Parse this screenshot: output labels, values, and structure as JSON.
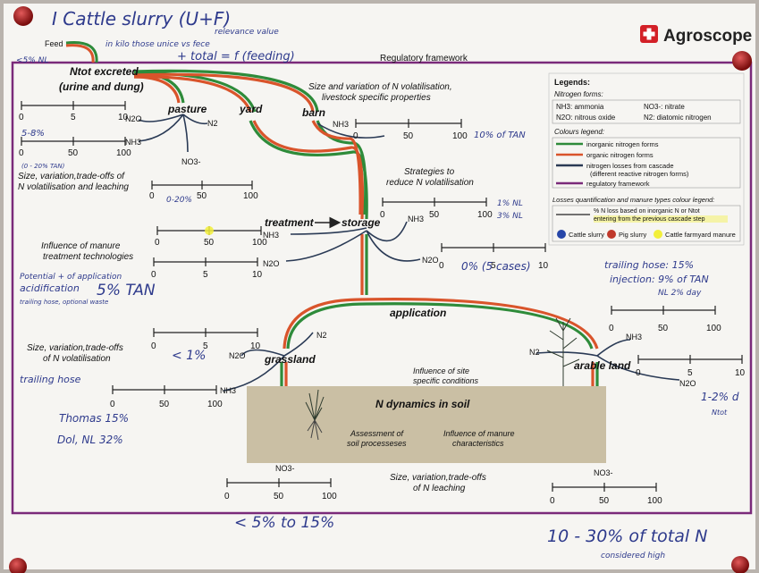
{
  "title": {
    "brand": "Agroscope",
    "header": "Regulatory framework"
  },
  "nodes": {
    "n_not_excreted": "Ntot excreted",
    "urine_dung": "(urine and dung)",
    "pasture": "pasture",
    "yard": "yard",
    "barn": "barn",
    "treatment": "treatment",
    "storage": "storage",
    "application": "application",
    "grassland": "grassland",
    "arable_land": "arable land",
    "n_dynamics": "N dynamics in soil"
  },
  "captions": {
    "feed": "Feed",
    "size_variation_volatilisation": "Size and variation of N volatilisation,",
    "livestock_specific": "livestock specific properties",
    "strategies_1": "Strategies to",
    "strategies_2": "reduce N volatilisation",
    "tradeoffs_1": "Size, variation,trade-offs of",
    "tradeoffs_2": "N volatilisation and leaching",
    "influence_treatment_1": "Influence of manure",
    "influence_treatment_2": "treatment technologies",
    "tradeoffs_vol_1": "Size, variation,trade-offs",
    "tradeoffs_vol_2": "of N volatilisation",
    "site_conditions_1": "Influence of site",
    "site_conditions_2": "specific conditions",
    "soil_processes_1": "Assessment of",
    "soil_processes_2": "soil processeses",
    "manure_char_1": "Influence of manure",
    "manure_char_2": "characteristics",
    "leaching_1": "Size, variation,trade-offs",
    "leaching_2": "of N leaching"
  },
  "chem": {
    "n2o": "N2O",
    "n2": "N2",
    "nh3": "NH3",
    "no3": "NO3-"
  },
  "scales": {
    "s0_10_100": [
      "0",
      "5",
      "10"
    ],
    "s0_50_100": [
      "0",
      "50",
      "100"
    ],
    "s0_5_10": [
      "0",
      "5",
      "10"
    ],
    "s0_50_100_b": [
      "0",
      "50",
      "100"
    ]
  },
  "legend": {
    "heading": "Legends:",
    "nforms": "Nitrogen forms:",
    "nh3_ammonia": "NH3: ammonia",
    "no3_nitrate": "NO3-: nitrate",
    "n2o_nitrous": "N2O: nitrous oxide",
    "n2_diatomic": "N2: diatomic nitrogen",
    "colours": "Colours legend:",
    "inorganic": "inorganic nitrogen forms",
    "organic": "organic nitrogen forms",
    "losses": "nitrogen losses from cascade",
    "losses2": "(different reactive nitrogen forms)",
    "regulatory": "regulatory framework",
    "quant_title": "Losses quantification and manure types colour legend:",
    "quant_1": "% N loss based on inorganic N or Ntot",
    "quant_2": "entering from the previous cascade step",
    "cattle_slurry": "Cattle slurry",
    "pig_slurry": "Pig slurry",
    "cattle_farmyard": "Cattle farmyard manure",
    "col_inorganic": "#2e8b3a",
    "col_organic": "#d9542b",
    "col_losses": "#2a3a55",
    "col_regulatory": "#7a2a7a"
  },
  "handwriting": {
    "top_title": "I Cattle slurry  (U+F)",
    "top_note1": "relevance value",
    "top_note2": "in kilo those unice vs fece",
    "top_note3": "+ total = f (feeding)",
    "left_pct": "<5% NL",
    "left_pct2": "5-8%",
    "left_range": "(0 - 20% TAN)",
    "tan_note": "10% of TAN",
    "scale_note": "0-20%",
    "treat_note": "5% TAN",
    "acid": "acidification",
    "treat_label": "Potential + of application",
    "treat_sub": "trailing hose, optional waste",
    "zero_pct": "0% (5 cases)",
    "one_pct": "1% NL",
    "three_pct": "3% NL",
    "trailing_hose": "trailing hose: 15%",
    "injection": "injection: 9% of TAN",
    "nl_day": "NL 2% day",
    "less_one": "< 1%",
    "trailing_hose2": "trailing hose",
    "thomas": "Thomas 15%",
    "dol": "Dol, NL 32%",
    "one_two": "1-2% d",
    "ntot": "Ntot",
    "leach_pct": "< 5% to 15%",
    "total_n": "10 - 30% of total N",
    "considered": "considered high"
  }
}
